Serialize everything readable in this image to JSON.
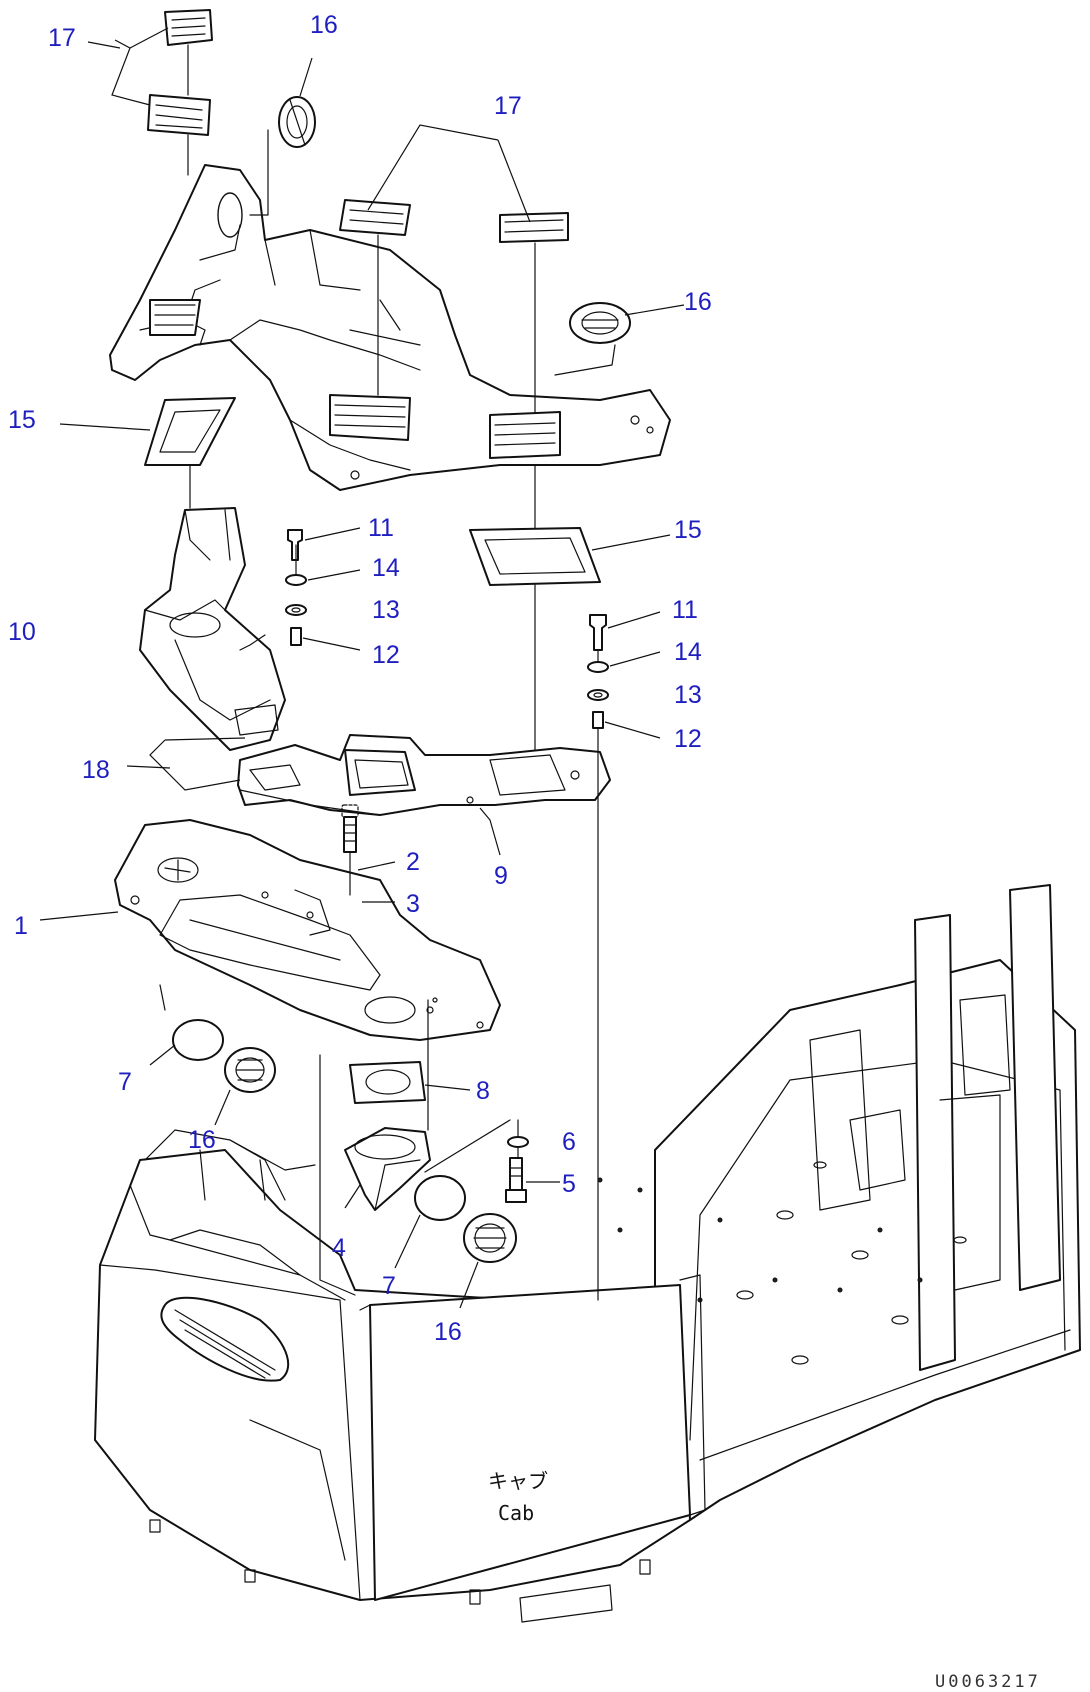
{
  "labels": {
    "l1": "1",
    "l2": "2",
    "l3": "3",
    "l4": "4",
    "l5": "5",
    "l6": "6",
    "l7a": "7",
    "l7b": "7",
    "l8": "8",
    "l9": "9",
    "l10": "10",
    "l11a": "11",
    "l11b": "11",
    "l12a": "12",
    "l12b": "12",
    "l13a": "13",
    "l13b": "13",
    "l14a": "14",
    "l14b": "14",
    "l15a": "15",
    "l15b": "15",
    "l16a": "16",
    "l16b": "16",
    "l16c": "16",
    "l16d": "16",
    "l17a": "17",
    "l17b": "17",
    "l18": "18"
  },
  "cab_label_jp": "キャブ",
  "cab_label_en": "Cab",
  "drawing_code": "U0063217",
  "colors": {
    "callout": "#1f1fc0",
    "line": "#111111",
    "background": "#ffffff"
  }
}
